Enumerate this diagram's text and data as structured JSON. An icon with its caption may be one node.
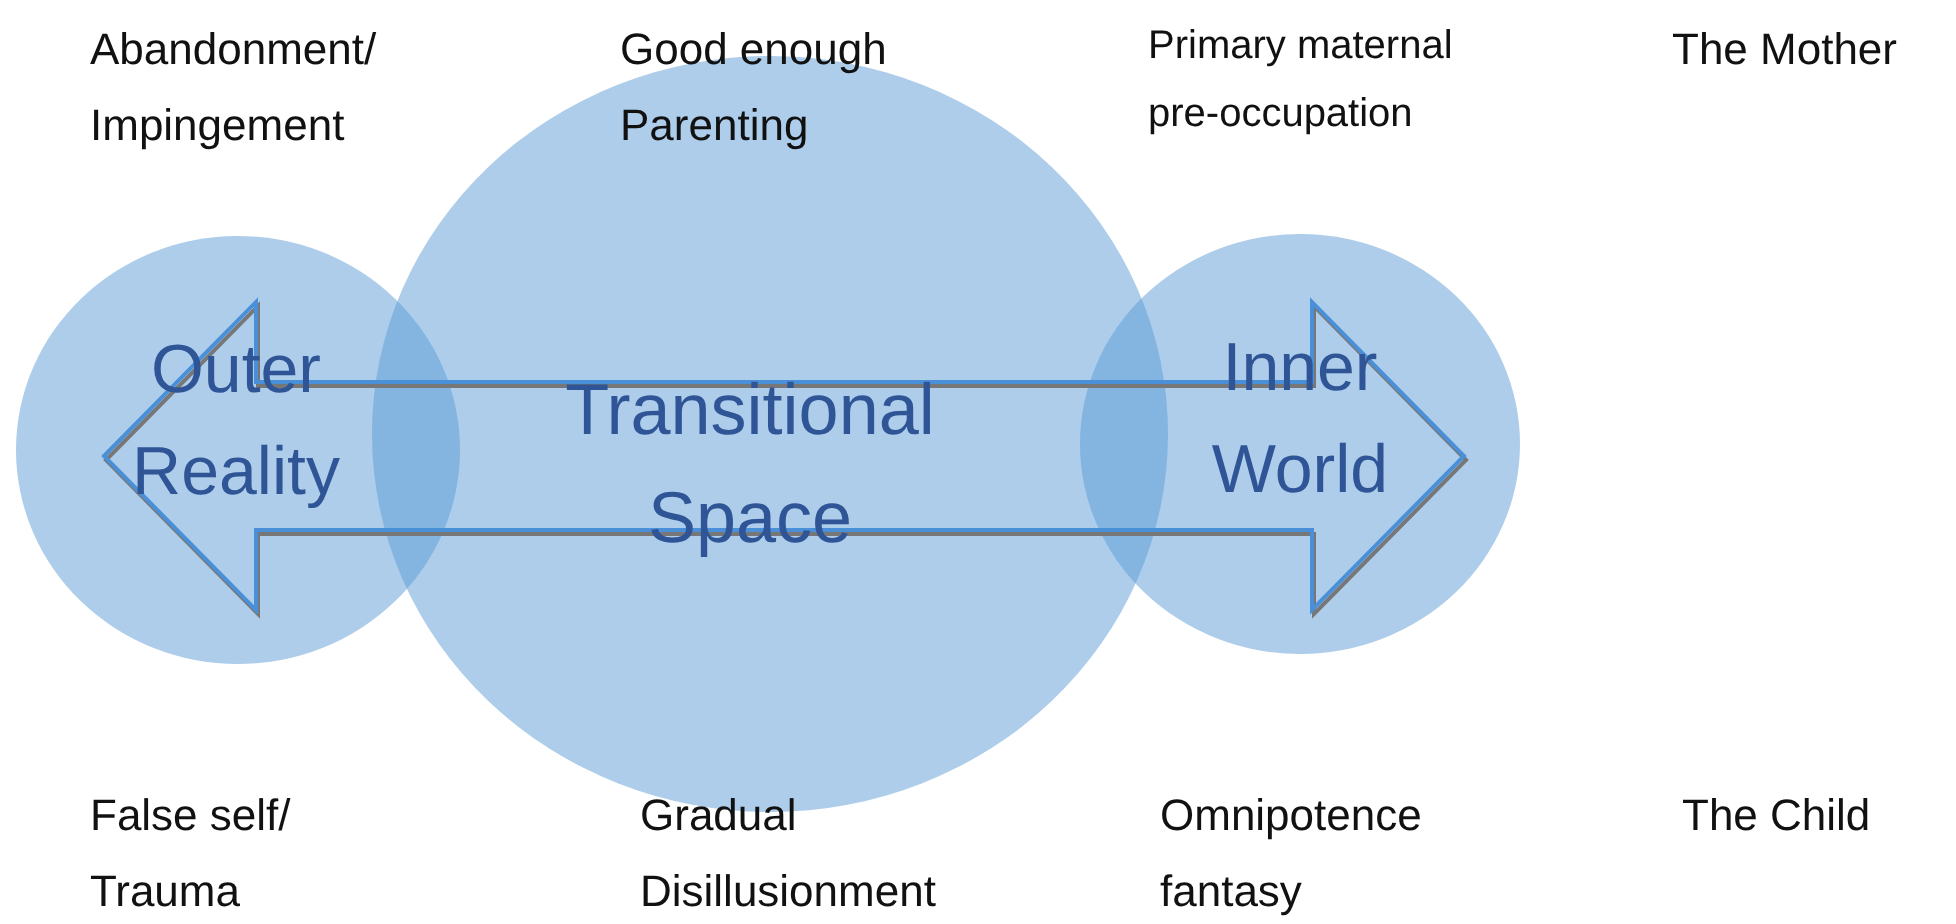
{
  "diagram": {
    "nodes": [
      {
        "text": [
          "Outer Reality"
        ]
      },
      {
        "text": [
          "Transitional Space"
        ]
      },
      {
        "text": [
          "Inner World"
        ]
      }
    ],
    "edges": [
      {
        "from": 0,
        "to": 2,
        "arrow": "both"
      }
    ],
    "labels": [
      "Abandonment/ Impingement",
      "Good enough Parenting",
      "Primary maternal pre-occupation",
      "The Mother",
      "False self/ Trauma",
      "Gradual Disillusionment",
      "Omnipotence fantasy",
      "The Child"
    ]
  }
}
